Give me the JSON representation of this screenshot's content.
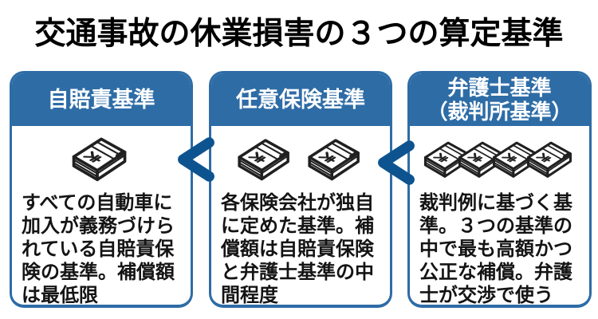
{
  "title": "交通事故の休業損害の３つの算定基準",
  "colors": {
    "card_blue": "#2e6ca6",
    "chevron_blue": "#0d538f",
    "icon_ink": "#202020",
    "text_ink": "#141414"
  },
  "comparison_symbols": [
    "＜",
    "＜"
  ],
  "cards": [
    {
      "header": "自賠責基準",
      "money_stacks": 1,
      "icon": "money-stack-icon",
      "description": "すべての自動車に\n加入が義務づけら\nれている自賠責保\n険の基準。補償額\nは最低限"
    },
    {
      "header": "任意保険基準",
      "money_stacks": 2,
      "icon": "money-stack-icon",
      "description": "各保険会社が独自\nに定めた基準。補\n償額は自賠責保険\nと弁護士基準の中\n間程度"
    },
    {
      "header": "弁護士基準\n（裁判所基準）",
      "money_stacks": 4,
      "icon": "money-stack-icon",
      "description": "裁判例に基づく基\n準。３つの基準の\n中で最も高額かつ\n公正な補償。弁護\n士が交渉で使う"
    }
  ]
}
